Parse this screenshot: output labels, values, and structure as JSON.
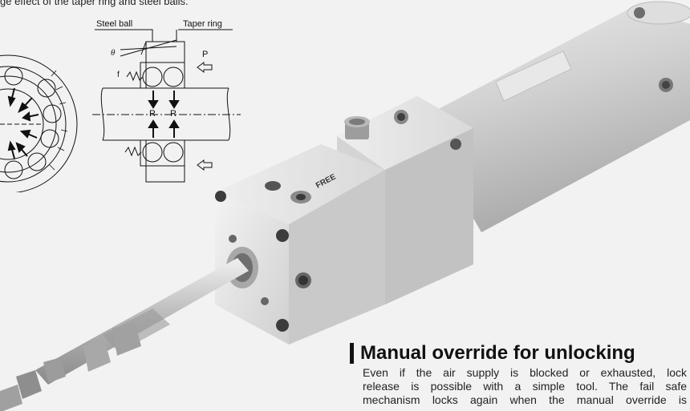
{
  "caption": {
    "top_text": "ge effect of the taper ring and steel balls."
  },
  "diagram": {
    "steel_ball_label": "Steel ball",
    "taper_ring_label": "Taper ring",
    "pressure_label": "P",
    "theta_label": "θ",
    "f_label": "f",
    "r_labels": [
      "R",
      "R"
    ]
  },
  "product": {
    "free_marking": "FREE",
    "colors": {
      "body": "#dcdcdc",
      "tube": "#cfcfcf",
      "rod": "#bdbdbd",
      "text": "#111111"
    }
  },
  "section": {
    "heading": "Manual override for unlocking",
    "body_lines": [
      "Even if the air supply is blocked or exhausted, lock",
      "release is possible with a simple tool. The fail safe",
      "mechanism locks again when the manual override is"
    ]
  }
}
